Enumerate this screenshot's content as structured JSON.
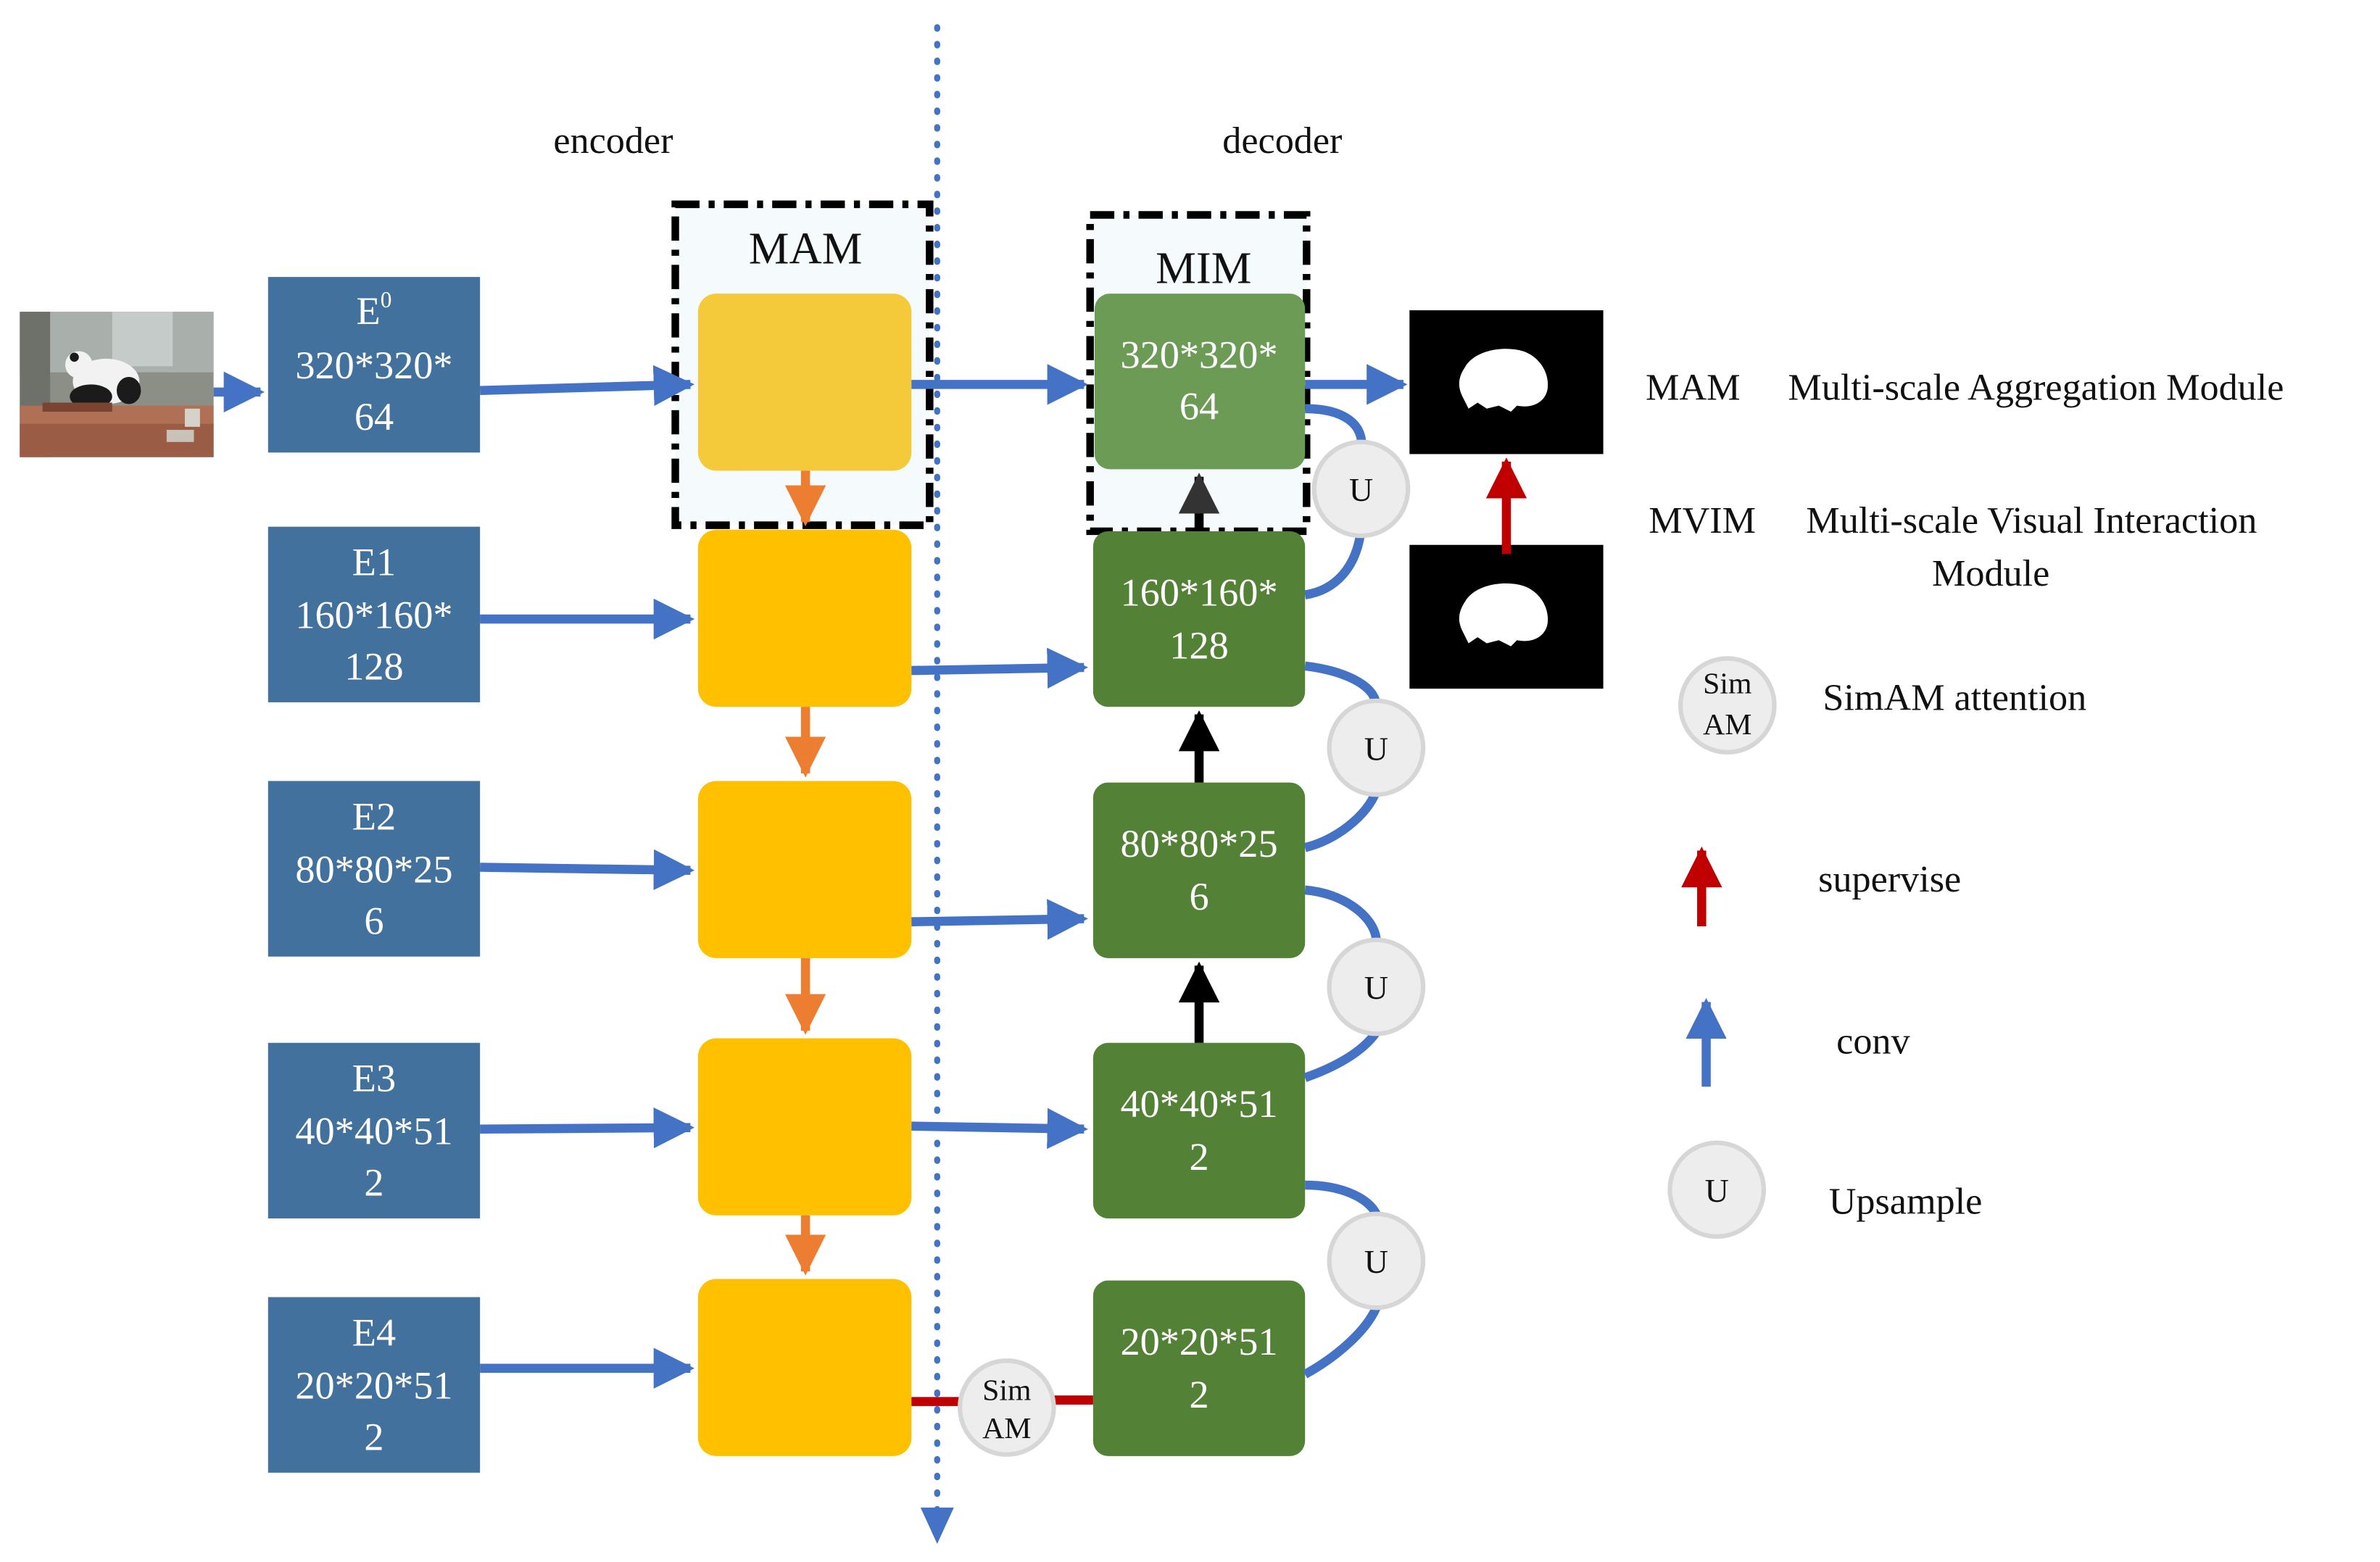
{
  "labels": {
    "encoder": "encoder",
    "decoder": "decoder",
    "mam_title": "MAM",
    "mim_title": "MIM"
  },
  "encoder_blocks": [
    {
      "name": "E",
      "sup": "0",
      "line2": "320*320*",
      "line3": "64"
    },
    {
      "name": "E1",
      "line2": "160*160*",
      "line3": "128"
    },
    {
      "name": "E2",
      "line2": "80*80*25",
      "line3": "6"
    },
    {
      "name": "E3",
      "line2": "40*40*51",
      "line3": "2"
    },
    {
      "name": "E4",
      "line2": "20*20*51",
      "line3": "2"
    }
  ],
  "decoder_blocks": [
    {
      "line1": "320*320*",
      "line2": "64"
    },
    {
      "line1": "160*160*",
      "line2": "128"
    },
    {
      "line1": "80*80*25",
      "line2": "6"
    },
    {
      "line1": "40*40*51",
      "line2": "2"
    },
    {
      "line1": "20*20*51",
      "line2": "2"
    }
  ],
  "upsample_label": "U",
  "simam_label": {
    "line1": "Sim",
    "line2": "AM"
  },
  "legend": {
    "mam_abbr": "MAM",
    "mam_full": "Multi-scale Aggregation Module",
    "mvim_abbr": "MVIM",
    "mvim_full_line1": "Multi-scale Visual Interaction",
    "mvim_full_line2": "Module",
    "simam_icon": {
      "line1": "Sim",
      "line2": "AM"
    },
    "simam_text": "SimAM attention",
    "supervise_text": "supervise",
    "conv_text": "conv",
    "upsample_icon": "U",
    "upsample_text": "Upsample"
  },
  "colors": {
    "encoder": "#41719C",
    "mam": "#FFC000",
    "decoder": "#538135",
    "blue_arrow": "#4472C4",
    "orange_arrow": "#ED7D31",
    "red_arrow": "#C00000"
  }
}
